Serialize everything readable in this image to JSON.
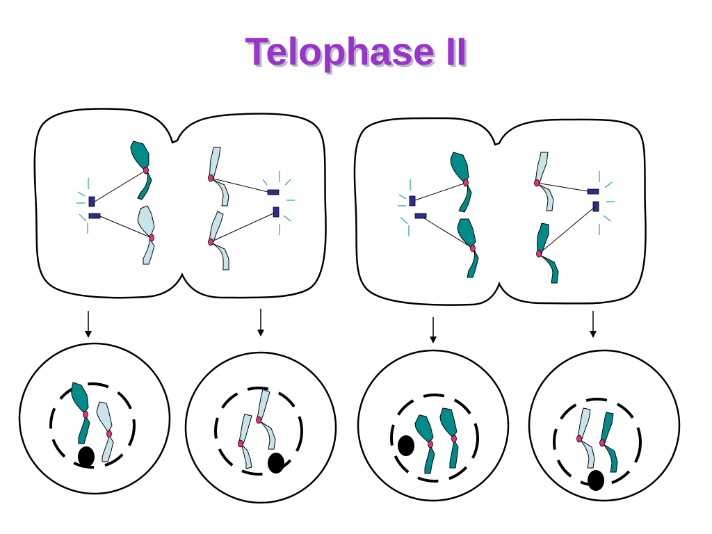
{
  "title": "Telophase II",
  "colors": {
    "title": "#9933cc",
    "chromatid_dark": "#008b8b",
    "chromatid_light": "#c6e4ea",
    "centromere": "#e0337a",
    "centrosome": "#2d2d8c",
    "aster": "#19a3a3",
    "outline": "#000000",
    "nucleolus": "#000000"
  },
  "diagram": {
    "dividing_cells": [
      {
        "name": "dividing-cell-left",
        "top_chromatid_color": "dark",
        "bottom_chromatid_color": "light"
      },
      {
        "name": "dividing-cell-right",
        "top_chromatid_color": "dark",
        "bottom_chromatid_color": "dark"
      }
    ],
    "daughter_cells": [
      {
        "name": "daughter-cell-1",
        "chromatids": [
          "dark",
          "light"
        ]
      },
      {
        "name": "daughter-cell-2",
        "chromatids": [
          "light",
          "light"
        ]
      },
      {
        "name": "daughter-cell-3",
        "chromatids": [
          "dark",
          "dark"
        ]
      },
      {
        "name": "daughter-cell-4",
        "chromatids": [
          "light",
          "dark"
        ]
      }
    ]
  }
}
